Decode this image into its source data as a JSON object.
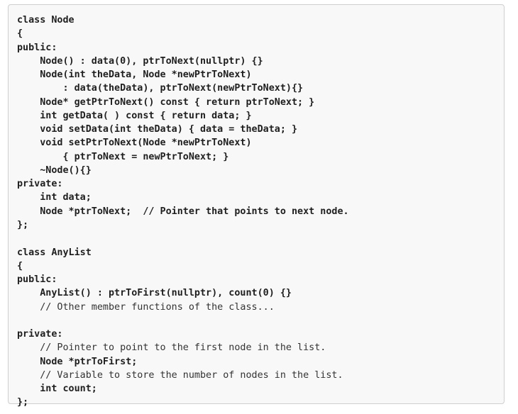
{
  "code": {
    "lines": [
      {
        "text": "class Node",
        "kind": "bold"
      },
      {
        "text": "{",
        "kind": "bold"
      },
      {
        "text": "public:",
        "kind": "bold"
      },
      {
        "text": "    Node() : data(0), ptrToNext(nullptr) {}",
        "kind": "bold"
      },
      {
        "text": "    Node(int theData, Node *newPtrToNext)",
        "kind": "bold"
      },
      {
        "text": "        : data(theData), ptrToNext(newPtrToNext){}",
        "kind": "bold"
      },
      {
        "text": "    Node* getPtrToNext() const { return ptrToNext; }",
        "kind": "bold"
      },
      {
        "text": "    int getData( ) const { return data; }",
        "kind": "bold"
      },
      {
        "text": "    void setData(int theData) { data = theData; }",
        "kind": "bold"
      },
      {
        "text": "    void setPtrToNext(Node *newPtrToNext)",
        "kind": "bold"
      },
      {
        "text": "        { ptrToNext = newPtrToNext; }",
        "kind": "bold"
      },
      {
        "text": "    ~Node(){}",
        "kind": "bold"
      },
      {
        "text": "private:",
        "kind": "bold"
      },
      {
        "text": "    int data;",
        "kind": "bold"
      },
      {
        "text": "    Node *ptrToNext;  // Pointer that points to next node.",
        "kind": "bold"
      },
      {
        "text": "};",
        "kind": "bold"
      },
      {
        "text": "",
        "kind": "blank"
      },
      {
        "text": "class AnyList",
        "kind": "bold"
      },
      {
        "text": "{",
        "kind": "bold"
      },
      {
        "text": "public:",
        "kind": "bold"
      },
      {
        "text": "    AnyList() : ptrToFirst(nullptr), count(0) {}",
        "kind": "bold"
      },
      {
        "text": "    // Other member functions of the class...",
        "kind": "comment"
      },
      {
        "text": "",
        "kind": "blank"
      },
      {
        "text": "private:",
        "kind": "bold"
      },
      {
        "text": "    // Pointer to point to the first node in the list.",
        "kind": "comment"
      },
      {
        "text": "    Node *ptrToFirst;",
        "kind": "bold"
      },
      {
        "text": "    // Variable to store the number of nodes in the list.",
        "kind": "comment"
      },
      {
        "text": "    int count;",
        "kind": "bold"
      },
      {
        "text": "};",
        "kind": "bold"
      }
    ]
  }
}
